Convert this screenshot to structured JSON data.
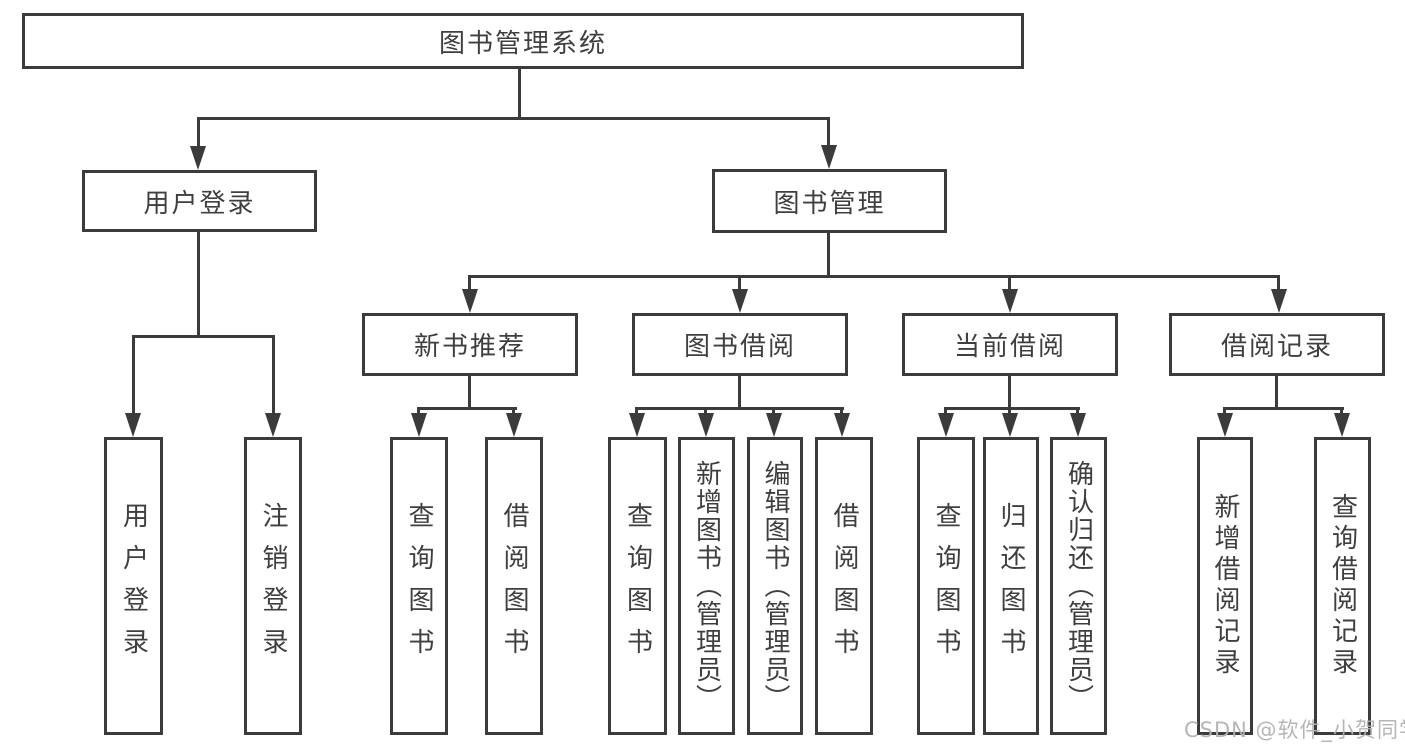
{
  "diagram": {
    "title": "图书管理系统",
    "root": {
      "label": "图书管理系统"
    },
    "level2": [
      {
        "label": "用户登录"
      },
      {
        "label": "图书管理"
      }
    ],
    "level3": [
      {
        "label": "新书推荐"
      },
      {
        "label": "图书借阅"
      },
      {
        "label": "当前借阅"
      },
      {
        "label": "借阅记录"
      }
    ],
    "leaves": {
      "user_login": [
        "用户登录",
        "注销登录"
      ],
      "new_book_recommend": [
        "查询图书",
        "借阅图书"
      ],
      "book_borrow": [
        "查询图书",
        "新增图书（管理员）",
        "编辑图书（管理员）",
        "借阅图书"
      ],
      "current_borrow": [
        "查询图书",
        "归还图书",
        "确认归还（管理员）"
      ],
      "borrow_records": [
        "新增借阅记录",
        "查询借阅记录"
      ]
    }
  },
  "watermark": "CSDN @软件_小贺同学",
  "colors": {
    "background": "#ffffff",
    "line": "#3b3b3b",
    "box_border": "#3b3b3b",
    "text": "#3f3f3f",
    "watermark": "#b2b2b2"
  }
}
